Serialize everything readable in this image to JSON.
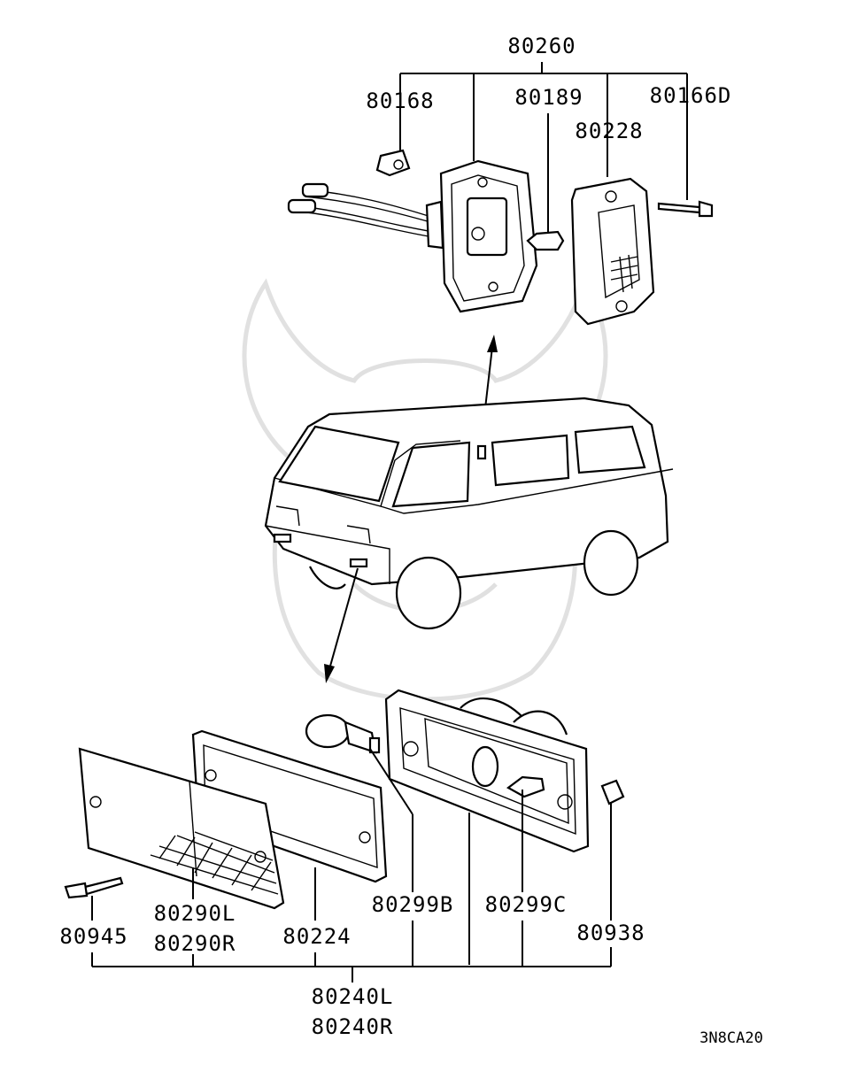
{
  "diagram": {
    "code": "3N8CA20",
    "upper_assembly": {
      "assembly_number": "80260",
      "parts": {
        "clip": "80168",
        "bulb": "80189",
        "screw": "80166D",
        "lens": "80228"
      }
    },
    "lower_assembly": {
      "assembly_number_left": "80240L",
      "assembly_number_right": "80240R",
      "parts": {
        "screw": "80945",
        "lens_left": "80290L",
        "lens_right": "80290R",
        "gasket": "80224",
        "bulb_large": "80299B",
        "bulb_small": "80299C",
        "clip": "80938"
      }
    }
  }
}
